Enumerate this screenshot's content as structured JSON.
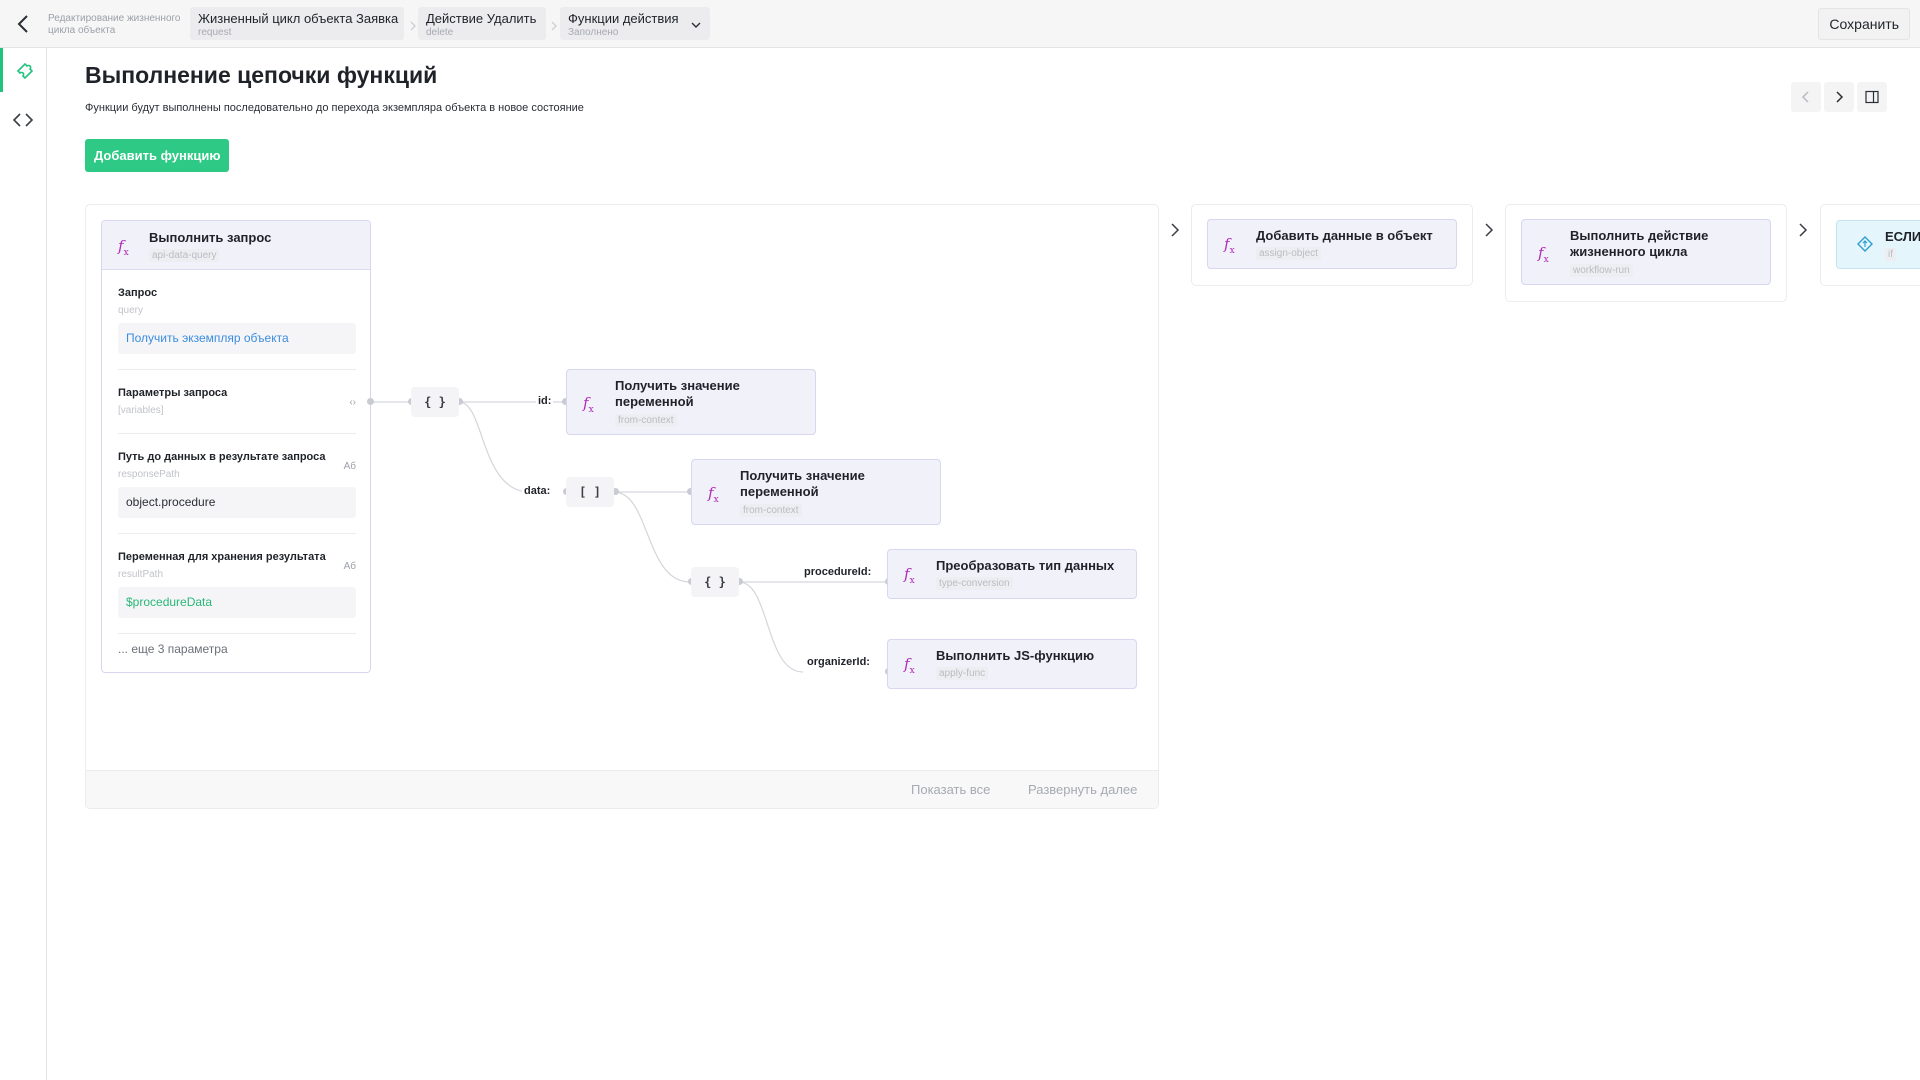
{
  "topbar": {
    "breadcrumb_static": "Редактирование жизненного цикла объекта",
    "crumbs": [
      {
        "title": "Жизненный цикл объекта Заявка",
        "sub": "request"
      },
      {
        "title": "Действие Удалить",
        "sub": "delete"
      },
      {
        "title": "Функции действия",
        "sub": "Заполнено"
      }
    ],
    "save_label": "Сохранить"
  },
  "rail": {
    "items": [
      {
        "icon": "puzzle-icon",
        "active": true
      },
      {
        "icon": "code-icon",
        "active": false
      }
    ]
  },
  "main": {
    "title": "Выполнение цепочки функций",
    "subtitle": "Функции будут выполнены последовательно до перехода экземпляра объекта в новое состояние",
    "add_button": "Добавить функцию"
  },
  "main_card": {
    "title": "Выполнить запрос",
    "id": "api-data-query",
    "params": [
      {
        "label": "Запрос",
        "key": "query",
        "value": "Получить экземпляр объекта",
        "tag": ""
      },
      {
        "label": "Параметры запроса",
        "key": "[variables]",
        "value": "",
        "tag": "‹›"
      },
      {
        "label": "Путь до данных в результате запроса",
        "key": "responsePath",
        "value": "object.procedure",
        "tag": "Аб"
      },
      {
        "label": "Переменная для хранения результата",
        "key": "resultPath",
        "value": "$procedureData",
        "tag": "Аб"
      }
    ],
    "more": "... еще 3 параметра"
  },
  "graph": {
    "structs": [
      "{ }",
      "[ ]",
      "{ }"
    ],
    "ports": [
      "id:",
      "data:",
      "procedureId:",
      "organizerId:"
    ],
    "nodes": [
      {
        "title": "Получить значение переменной",
        "id": "from-context"
      },
      {
        "title": "Получить значение переменной",
        "id": "from-context"
      },
      {
        "title": "Преобразовать тип данных",
        "id": "type-conversion"
      },
      {
        "title": "Выполнить JS-функцию",
        "id": "apply-func"
      }
    ]
  },
  "footer": {
    "show_all": "Показать все",
    "expand": "Развернуть далее"
  },
  "chain": [
    {
      "title": "Добавить данные в объект",
      "id": "assign-object"
    },
    {
      "title": "Выполнить действие жизненного цикла",
      "id": "workflow-run"
    },
    {
      "title": "ЕСЛИ",
      "id": "if"
    }
  ],
  "colors": {
    "accent": "#2ec985",
    "fx": "#b02bb8",
    "link": "#3b8de0",
    "var": "#28b877",
    "node_bg": "#f1f1fa"
  }
}
